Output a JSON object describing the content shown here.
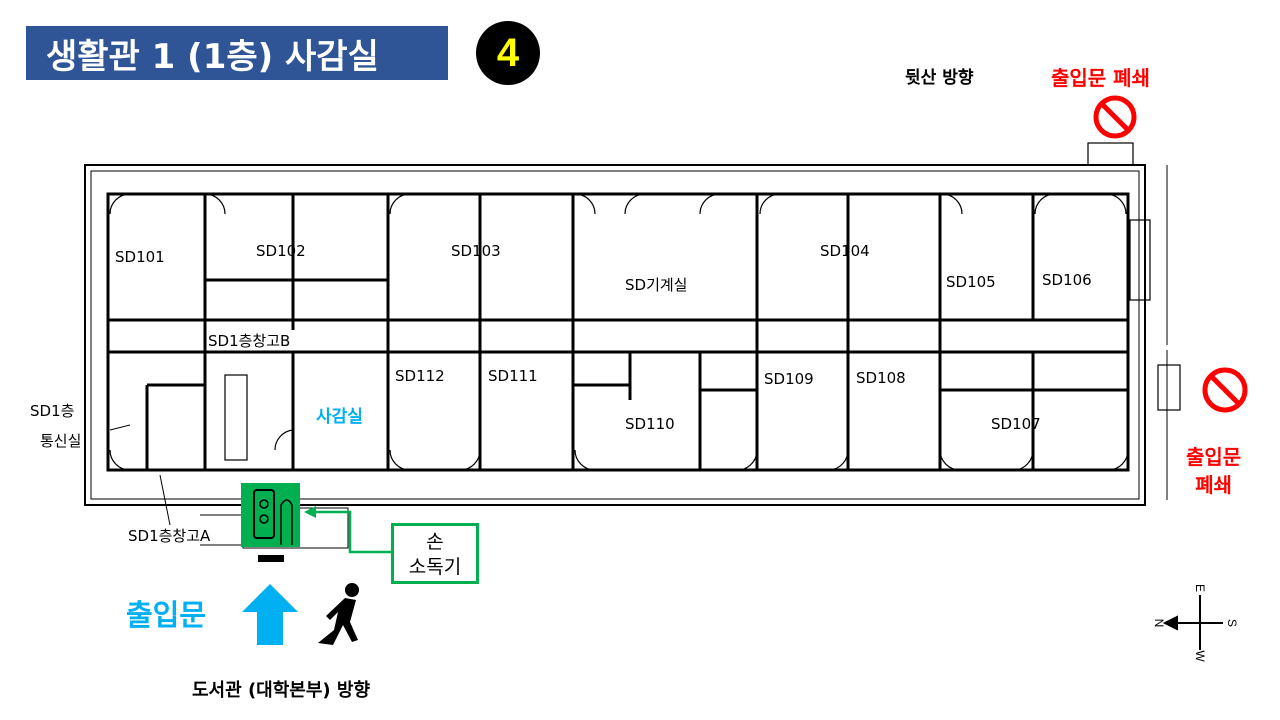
{
  "title": "생활관 1  (1층) 사감실",
  "badge_number": "4",
  "directions": {
    "back_mountain": "뒷산 방향",
    "library": "도서관 (대학본부) 방향"
  },
  "closed_entrance_top": "출입문 폐쇄",
  "closed_entrance_right": [
    "출입문",
    "폐쇄"
  ],
  "entrance_label": "출입문",
  "sanitizer_label": [
    "손",
    "소독기"
  ],
  "rooms": {
    "sd101": "SD101",
    "sd102": "SD102",
    "sd103": "SD103",
    "machine": "SD기계실",
    "sd104": "SD104",
    "sd105": "SD105",
    "sd106": "SD106",
    "storage_b": "SD1층창고B",
    "sd112": "SD112",
    "sd111": "SD111",
    "sd110": "SD110",
    "sd109": "SD109",
    "sd108": "SD108",
    "sd107": "SD107",
    "dorm_office": "사감실",
    "comm_room": [
      "SD1층",
      "통신실"
    ],
    "storage_a": "SD1층창고A"
  },
  "compass": {
    "n": "N",
    "s": "S",
    "e": "E",
    "w": "W"
  },
  "colors": {
    "title_bg": "#2f5597",
    "badge_text": "#ffff00",
    "closed": "#ff0000",
    "entrance": "#00b0f0",
    "sanitizer": "#00b050",
    "office": "#00b0f0"
  }
}
